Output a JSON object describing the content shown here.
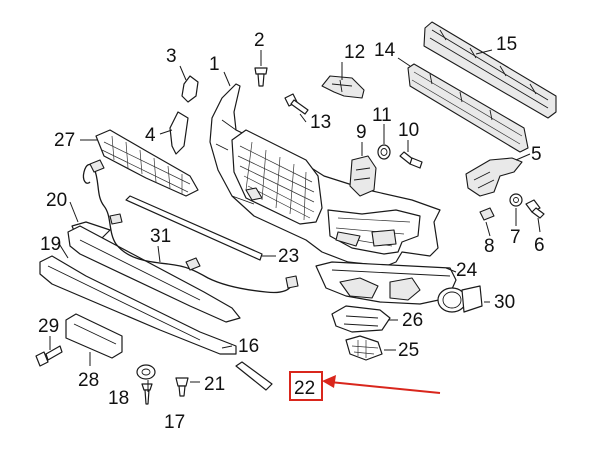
{
  "callouts": [
    {
      "id": "c1",
      "label": "1"
    },
    {
      "id": "c2",
      "label": "2"
    },
    {
      "id": "c3",
      "label": "3"
    },
    {
      "id": "c4",
      "label": "4"
    },
    {
      "id": "c5",
      "label": "5"
    },
    {
      "id": "c6",
      "label": "6"
    },
    {
      "id": "c7",
      "label": "7"
    },
    {
      "id": "c8",
      "label": "8"
    },
    {
      "id": "c9",
      "label": "9"
    },
    {
      "id": "c10",
      "label": "10"
    },
    {
      "id": "c11",
      "label": "11"
    },
    {
      "id": "c12",
      "label": "12"
    },
    {
      "id": "c13",
      "label": "13"
    },
    {
      "id": "c14",
      "label": "14"
    },
    {
      "id": "c15",
      "label": "15"
    },
    {
      "id": "c16",
      "label": "16"
    },
    {
      "id": "c17",
      "label": "17"
    },
    {
      "id": "c18",
      "label": "18"
    },
    {
      "id": "c19",
      "label": "19"
    },
    {
      "id": "c20",
      "label": "20"
    },
    {
      "id": "c21",
      "label": "21"
    },
    {
      "id": "c22",
      "label": "22"
    },
    {
      "id": "c23",
      "label": "23"
    },
    {
      "id": "c24",
      "label": "24"
    },
    {
      "id": "c25",
      "label": "25"
    },
    {
      "id": "c26",
      "label": "26"
    },
    {
      "id": "c27",
      "label": "27"
    },
    {
      "id": "c28",
      "label": "28"
    },
    {
      "id": "c29",
      "label": "29"
    },
    {
      "id": "c30",
      "label": "30"
    },
    {
      "id": "c31",
      "label": "31"
    }
  ],
  "highlight": {
    "part": "22",
    "color": "#d9261c"
  },
  "colors": {
    "line": "#1a1a1a",
    "shade": "#e9e9e9",
    "background": "#ffffff"
  }
}
